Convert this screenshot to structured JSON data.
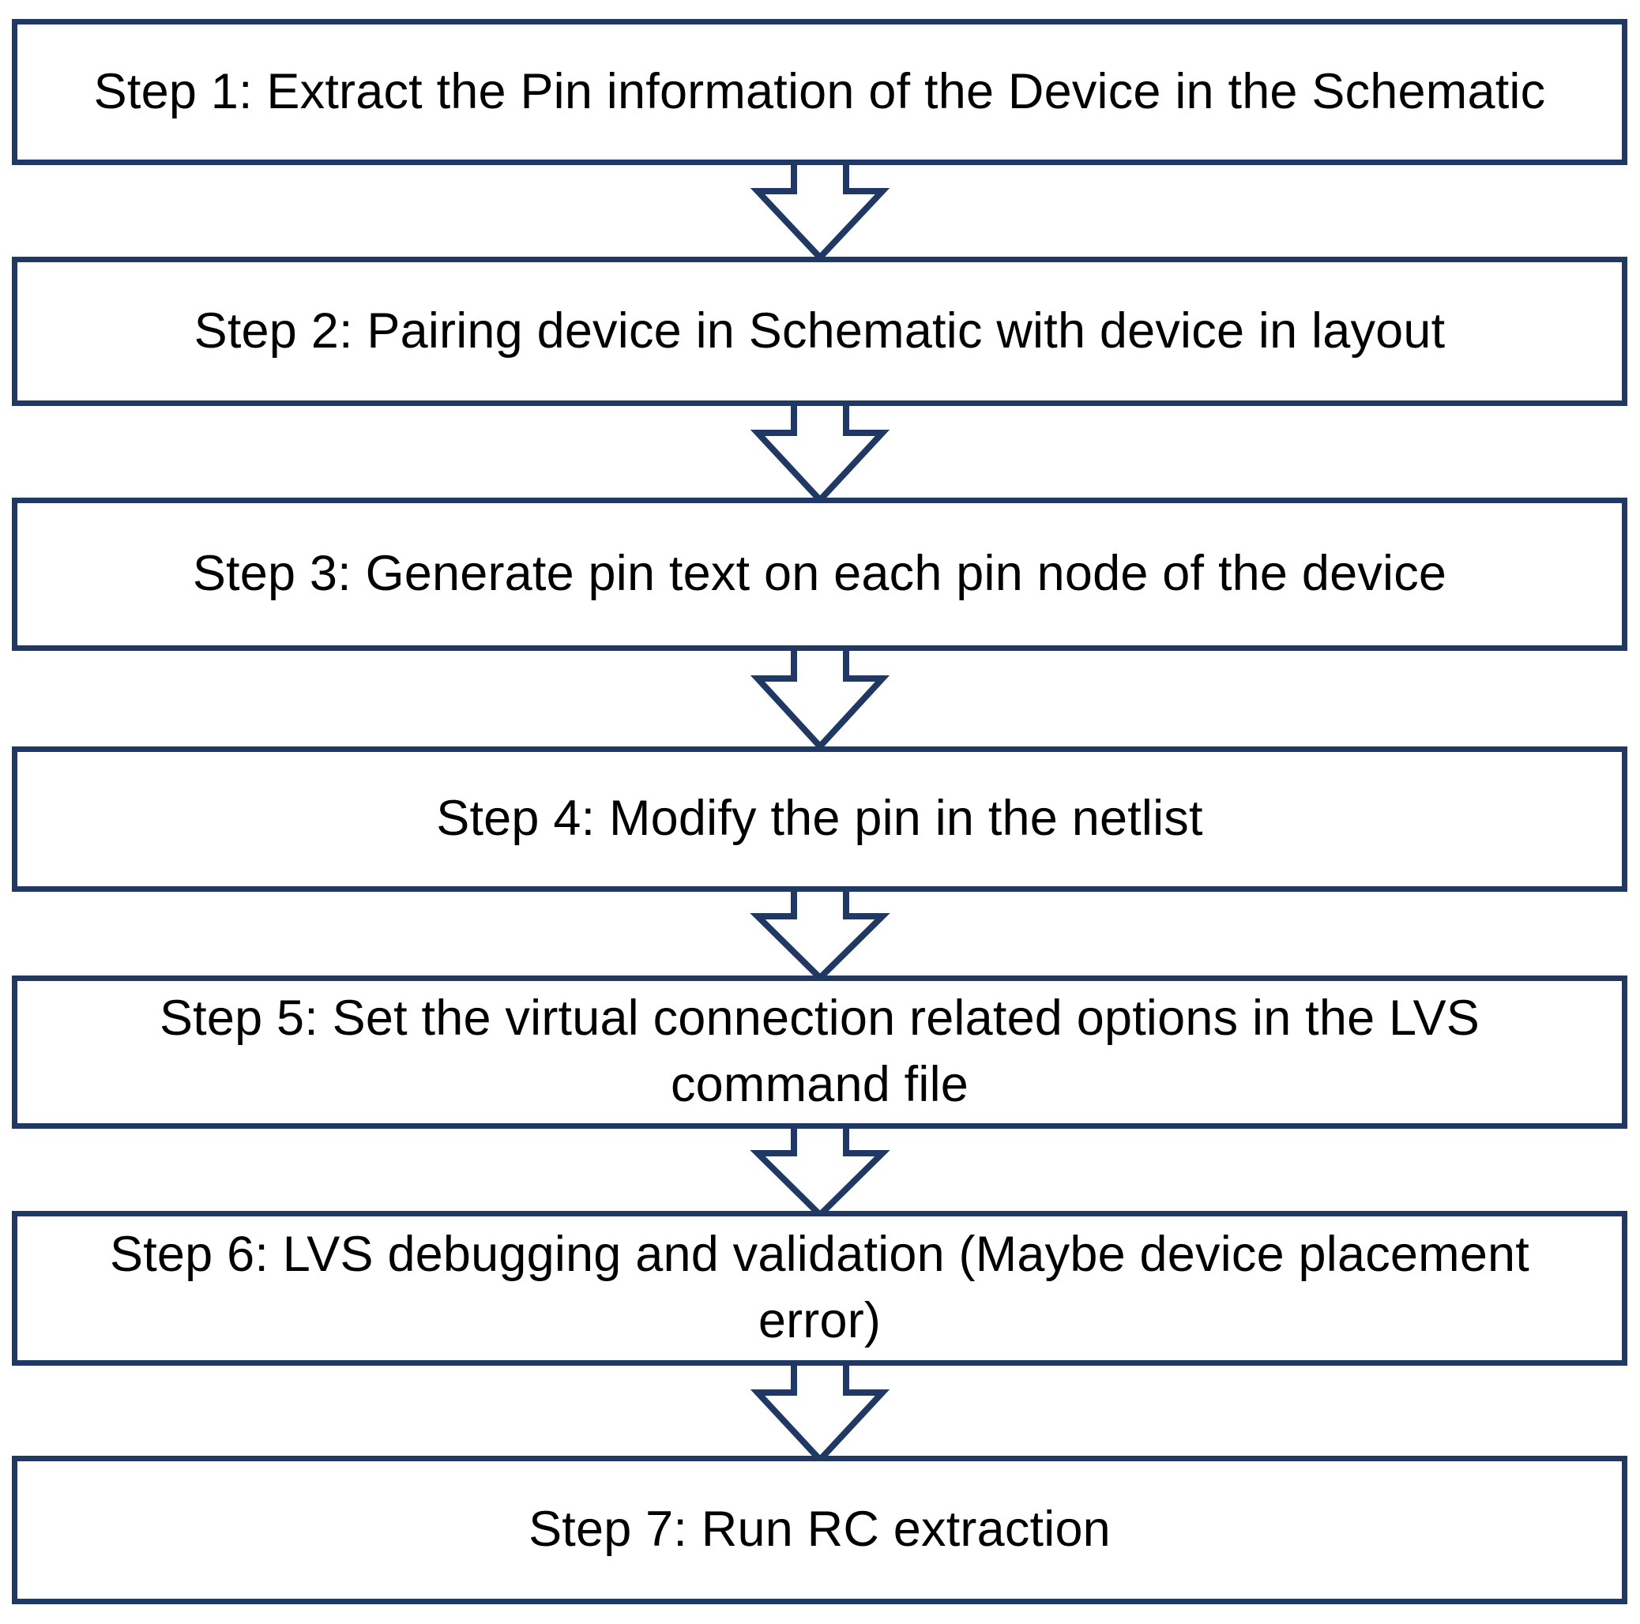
{
  "diagram": {
    "title": "LVS / RC extraction flow",
    "type": "flowchart",
    "orientation": "vertical",
    "colors": {
      "box_border": "#1F3864",
      "box_fill": "#FFFFFF",
      "text": "#000000",
      "arrow_stroke": "#1F3864",
      "arrow_fill": "#FFFFFF",
      "background": "#FFFFFF"
    },
    "steps": [
      {
        "id": "step-1",
        "label": "Step 1: Extract the Pin information of the Device in the Schematic"
      },
      {
        "id": "step-2",
        "label": "Step 2: Pairing device in Schematic with device in layout"
      },
      {
        "id": "step-3",
        "label": "Step 3: Generate pin text on each pin node of the device"
      },
      {
        "id": "step-4",
        "label": "Step 4: Modify the pin in the netlist"
      },
      {
        "id": "step-5",
        "label": "Step 5: Set the virtual connection related options in the LVS command file"
      },
      {
        "id": "step-6",
        "label": "Step 6: LVS debugging and validation (Maybe device placement error)"
      },
      {
        "id": "step-7",
        "label": "Step 7: Run RC extraction"
      }
    ],
    "connectors": [
      {
        "id": "arrow-1-2",
        "from": "step-1",
        "to": "step-2",
        "icon": "down-block-arrow-icon"
      },
      {
        "id": "arrow-2-3",
        "from": "step-2",
        "to": "step-3",
        "icon": "down-block-arrow-icon"
      },
      {
        "id": "arrow-3-4",
        "from": "step-3",
        "to": "step-4",
        "icon": "down-block-arrow-icon"
      },
      {
        "id": "arrow-4-5",
        "from": "step-4",
        "to": "step-5",
        "icon": "down-block-arrow-icon"
      },
      {
        "id": "arrow-5-6",
        "from": "step-5",
        "to": "step-6",
        "icon": "down-block-arrow-icon"
      },
      {
        "id": "arrow-6-7",
        "from": "step-6",
        "to": "step-7",
        "icon": "down-block-arrow-icon"
      }
    ]
  }
}
